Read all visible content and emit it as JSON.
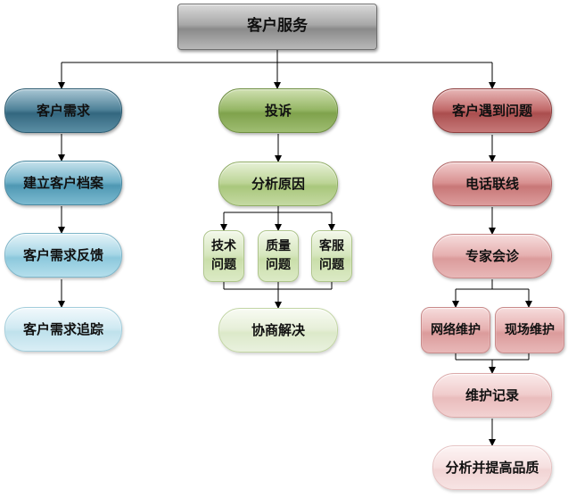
{
  "root": {
    "label": "客户服务"
  },
  "branches": [
    {
      "id": "demand",
      "title": "客户需求",
      "steps": [
        "建立客户档案",
        "客户需求反馈",
        "客户需求追踪"
      ]
    },
    {
      "id": "complaint",
      "title": "投诉",
      "analysis": "分析原因",
      "causes": [
        "技术\n问题",
        "质量\n问题",
        "客服\n问题"
      ],
      "resolution": "协商解决"
    },
    {
      "id": "problem",
      "title": "客户遇到问题",
      "steps": [
        "电话联线",
        "专家会诊"
      ],
      "maintenance": [
        "网络维护",
        "现场维护"
      ],
      "after": [
        "维护记录",
        "分析并提高品质"
      ]
    }
  ]
}
